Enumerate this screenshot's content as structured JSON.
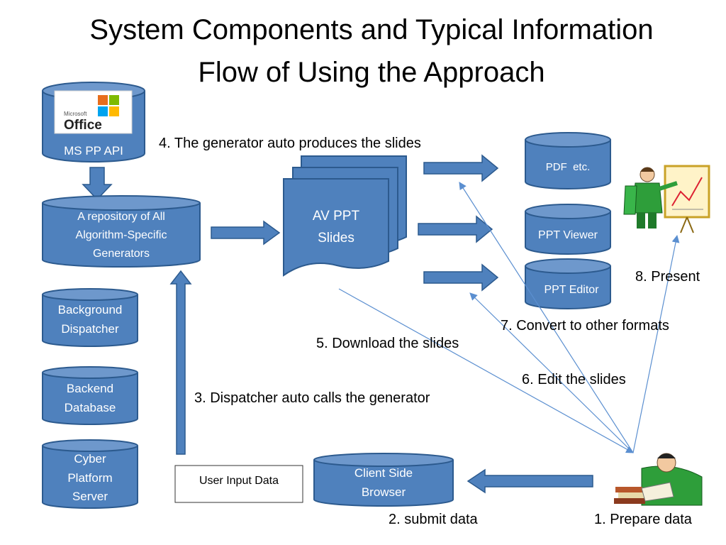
{
  "title": {
    "line1": "System Components and Typical Information",
    "line2": "Flow of Using the Approach"
  },
  "logo": {
    "brand": "Microsoft",
    "product": "Office"
  },
  "components": {
    "ms_api": "MS PP API",
    "repository": [
      "A repository of All",
      "Algorithm-Specific",
      "Generators"
    ],
    "background_dispatcher": [
      "Background",
      "Dispatcher"
    ],
    "backend_database": [
      "Backend",
      "Database"
    ],
    "cyber_platform": [
      "Cyber",
      "Platform",
      "Server"
    ],
    "av_slides": [
      "AV PPT",
      "Slides"
    ],
    "pdf": "PDF  etc.",
    "ppt_viewer": "PPT Viewer",
    "ppt_editor": "PPT Editor",
    "client_browser": [
      "Client Side",
      "Browser"
    ],
    "user_input": "User Input Data"
  },
  "steps": {
    "step1": "1. Prepare data",
    "step2": "2. submit data",
    "step3": "3. Dispatcher auto calls the generator",
    "step4": "4. The generator auto produces the slides",
    "step5": "5. Download the slides",
    "step6": "6. Edit the slides",
    "step7": "7. Convert to other formats",
    "step8": "8. Present"
  },
  "colors": {
    "cylinder_fill": "#4F81BD",
    "cylinder_stroke": "#2C5A8E",
    "arrow_line": "#5B8FD0",
    "text_dark": "#000000",
    "text_light": "#ffffff"
  },
  "icons": {
    "presenter": "presenter-icon",
    "reader": "person-reading-icon"
  }
}
